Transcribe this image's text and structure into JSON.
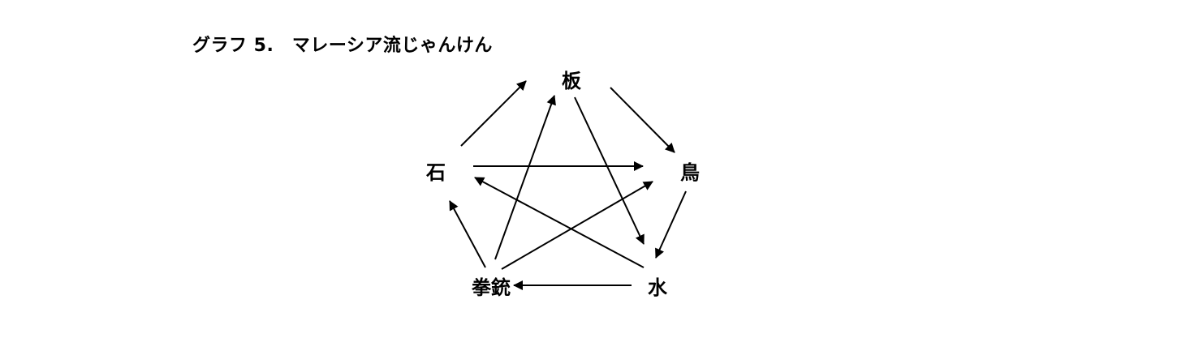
{
  "title": "グラフ 5.　マレーシア流じゃんけん",
  "nodes": {
    "ita": "板",
    "tori": "鳥",
    "mizu": "水",
    "kenju": "拳銃",
    "ishi": "石"
  },
  "edges": [
    {
      "from": "ishi",
      "to": "ita"
    },
    {
      "from": "ita",
      "to": "tori"
    },
    {
      "from": "tori",
      "to": "mizu"
    },
    {
      "from": "mizu",
      "to": "kenju"
    },
    {
      "from": "kenju",
      "to": "ishi"
    },
    {
      "from": "ishi",
      "to": "tori"
    },
    {
      "from": "ita",
      "to": "mizu"
    },
    {
      "from": "mizu",
      "to": "ishi"
    },
    {
      "from": "kenju",
      "to": "ita"
    },
    {
      "from": "kenju",
      "to": "tori"
    }
  ],
  "colors": {
    "stroke": "#000000",
    "background": "#ffffff"
  }
}
